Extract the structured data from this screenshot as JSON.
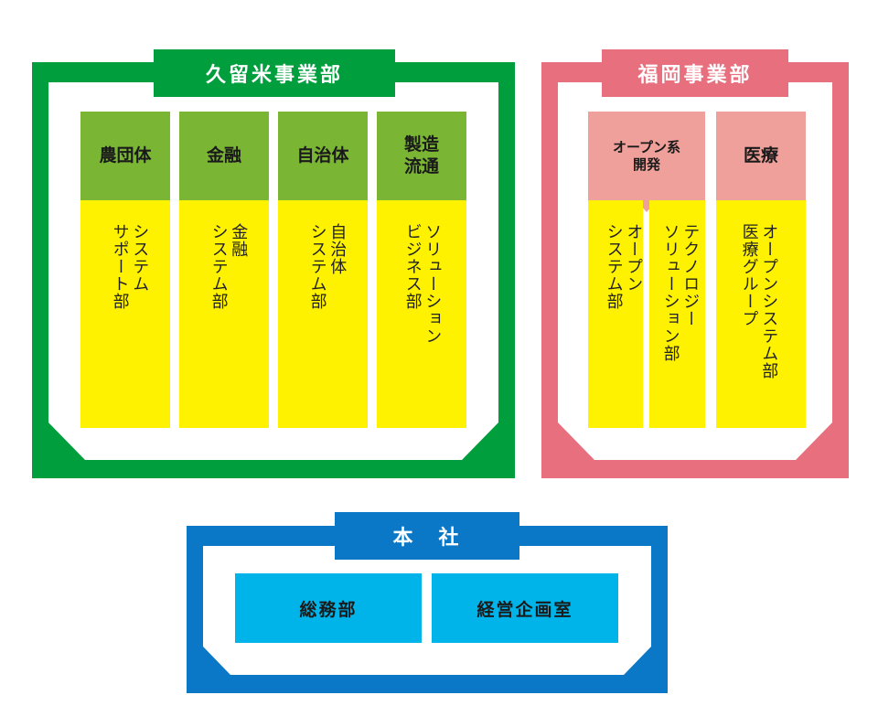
{
  "colors": {
    "kurume": "#009e3c",
    "fukuoka": "#e8707e",
    "honsha": "#0a78c6",
    "green_head": "#7ab534",
    "pink_head": "#f0a09a",
    "yellow": "#fff200",
    "cyan": "#00b3e8"
  },
  "kurume": {
    "title": "久留米事業部",
    "columns": [
      {
        "head": "農団体",
        "body": "システム\nサポート部"
      },
      {
        "head": "金融",
        "body": "金融\nシステム部"
      },
      {
        "head": "自治体",
        "body": "自治体\nシステム部"
      },
      {
        "head": "製造\n流通",
        "body": "ソリューション\nビジネス部"
      }
    ]
  },
  "fukuoka": {
    "title": "福岡事業部",
    "groups": [
      {
        "head": "オープン系\n開発",
        "bodies": [
          "オープン\nシステム部",
          "テクノロジー\nソリューション部"
        ]
      },
      {
        "head": "医療",
        "bodies": [
          "オープンシステム部\n医療グループ"
        ]
      }
    ]
  },
  "honsha": {
    "title": "本　社",
    "boxes": [
      "総務部",
      "経営企画室"
    ]
  }
}
